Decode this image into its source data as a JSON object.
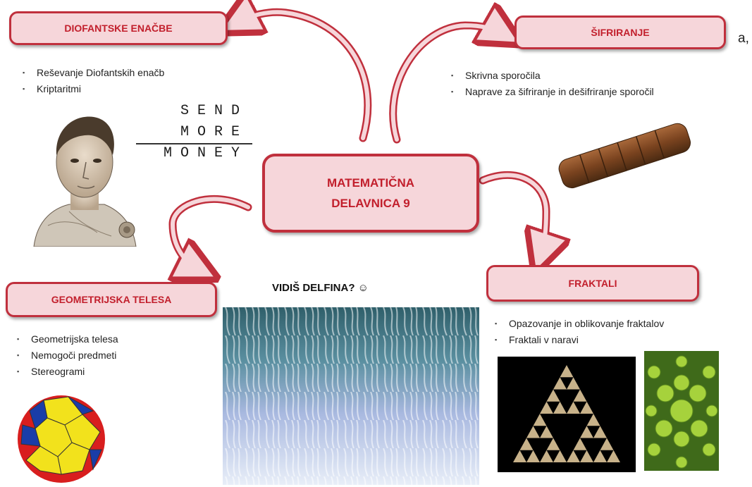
{
  "center": {
    "line1": "MATEMATIČNA",
    "line2": "DELAVNICA 9"
  },
  "diofant": {
    "title": "DIOFANTSKE ENAČBE",
    "items": [
      "Reševanje Diofantskih enačb",
      "Kriptaritmi"
    ],
    "puzzle": {
      "row1": "SEND",
      "row2": "MORE",
      "row3": "MONEY"
    }
  },
  "sifriranje": {
    "title": "ŠIFRIRANJE",
    "items": [
      "Skrivna sporočila",
      "Naprave za šifriranje in dešifriranje sporočil"
    ]
  },
  "geometrija": {
    "title": "GEOMETRIJSKA TELESA",
    "items": [
      "Geometrijska telesa",
      "Nemogoči predmeti",
      "Stereogrami"
    ]
  },
  "fraktali": {
    "title": "FRAKTALI",
    "items": [
      "Opazovanje in oblikovanje fraktalov",
      "Fraktali v naravi"
    ]
  },
  "stereogram": {
    "title": "VIDIŠ DELFINA? ☺"
  },
  "edge_text": "a,",
  "colors": {
    "box_fill": "#f6d6da",
    "box_border": "#c0303d",
    "box_text": "#c21f2c",
    "arrow": "#c0303d"
  }
}
